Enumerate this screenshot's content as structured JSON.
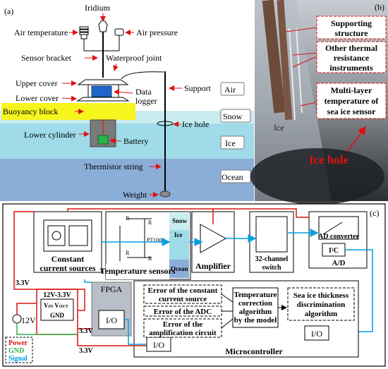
{
  "panel_a": {
    "tag": "(a)",
    "top_labels": {
      "iridium": "Iridium",
      "air_temperature": "Air temperature",
      "air_pressure": "Air pressure",
      "sensor_bracket": "Sensor bracket",
      "waterproof_joint": "Waterproof joint",
      "upper_cover": "Upper cover",
      "lower_cover": "Lower cover",
      "data_logger_1": "Data",
      "data_logger_2": "logger",
      "support": "Support",
      "buoyancy_block": "Buoyancy block",
      "ice_hole": "Ice hole",
      "lower_cylinder": "Lower cylinder",
      "battery": "Battery",
      "thermistor_string": "Thermistor string",
      "weight": "Weight"
    },
    "layers": [
      "Air",
      "Snow",
      "Ice",
      "Ocean"
    ]
  },
  "panel_b": {
    "tag": "(b)",
    "callouts": [
      {
        "lines": [
          "Supporting",
          "structure"
        ]
      },
      {
        "lines": [
          "Other thermal",
          "resistance",
          "instruments"
        ]
      },
      {
        "lines": [
          "Multi-layer",
          "temperature of",
          "sea ice  sensor"
        ]
      }
    ],
    "ice_label": "Ice",
    "ice_hole_label": "Ice hole"
  },
  "panel_c": {
    "tag": "(c)",
    "constant_current": [
      "Constant",
      "current sources"
    ],
    "temp_sensors_label": "Temperature sensors",
    "resistors": {
      "r_line": "R",
      "r_line_sub": "Line",
      "r_line2": "R",
      "r_line2_sub": "1Line",
      "pt": "PT1000"
    },
    "sensor_layers": [
      "Snow",
      "Ice",
      "Ocean"
    ],
    "amplifier": "Amplifier",
    "switch": [
      "32-channel",
      "switch"
    ],
    "ad_converter": "AD converter",
    "i2c": "I²C",
    "a_d": "A/D",
    "fpga": "FPGA",
    "io": "I/O",
    "regulator": [
      "12V-3.3V",
      "V",
      "IN",
      "V",
      "OUT",
      "GND"
    ],
    "voltages": {
      "v33a": "3.3V",
      "v33b": "3.3V",
      "v33c": "3.3V",
      "v12": "12V"
    },
    "errors": [
      "Error of the constant",
      "current source",
      "Error of the ADC",
      "Error of the",
      "amplification circuit"
    ],
    "correction": [
      "Temperature",
      "correction",
      "algorithm",
      "by the model"
    ],
    "thickness": [
      "Sea ice thickness",
      "discrimination",
      "algorithm"
    ],
    "microcontroller": "Microcontroller",
    "legend": [
      "Power",
      "GND",
      "Signal"
    ]
  }
}
